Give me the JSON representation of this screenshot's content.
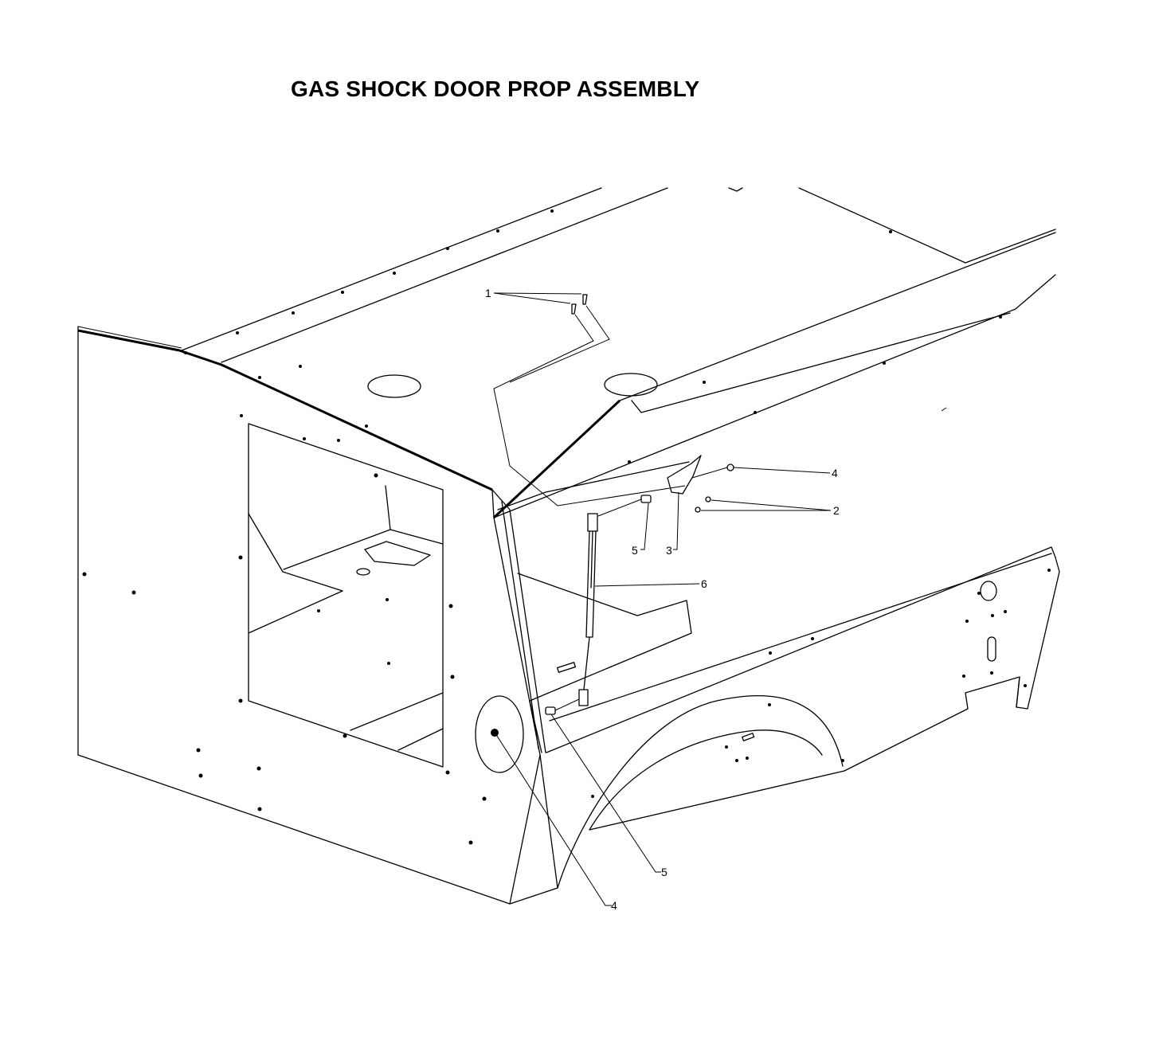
{
  "title": "GAS SHOCK DOOR PROP ASSEMBLY",
  "colors": {
    "line": "#000000",
    "background": "#ffffff"
  },
  "callouts": [
    {
      "id": "c1",
      "label": "1"
    },
    {
      "id": "c2",
      "label": "2"
    },
    {
      "id": "c3",
      "label": "3"
    },
    {
      "id": "c4a",
      "label": "4"
    },
    {
      "id": "c4b",
      "label": "4"
    },
    {
      "id": "c5a",
      "label": "5"
    },
    {
      "id": "c5b",
      "label": "5"
    },
    {
      "id": "c6",
      "label": "6"
    }
  ]
}
